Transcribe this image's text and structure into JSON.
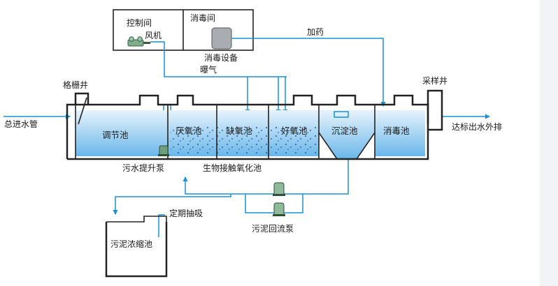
{
  "colors": {
    "pipe": "#1b8fd6",
    "water_top": "#e6f3fc",
    "water_bottom": "#6ab7ea",
    "wall": "#222222",
    "bubble": "#2a6fb0"
  },
  "labels": {
    "control_room": "控制间",
    "blower": "风机",
    "disinfection_room": "消毒间",
    "disinfection_equipment": "消毒设备",
    "dosing": "加药",
    "aeration": "曝气",
    "screen_well": "格栅井",
    "sampling_well": "采样井",
    "main_inlet": "总进水管",
    "outlet": "达标出水外排",
    "regulating_tank": "调节池",
    "anaerobic_tank": "厌氧池",
    "anoxic_tank": "缺氧池",
    "aerobic_tank": "好氧池",
    "settling_tank": "沉淀池",
    "disinfection_tank": "消毒池",
    "lift_pump": "污水提升泵",
    "contact_oxidation": "生物接触氧化池",
    "periodic_suction": "定期抽吸",
    "sludge_return_pump": "污泥回流泵",
    "sludge_thickener": "污泥浓缩池"
  },
  "icons": [
    "blower-icon",
    "disinfection-unit-icon",
    "submersible-pump-icon",
    "return-pump-icon",
    "bubble-aeration-icon",
    "inlet-arrow-icon",
    "outlet-arrow-icon"
  ]
}
